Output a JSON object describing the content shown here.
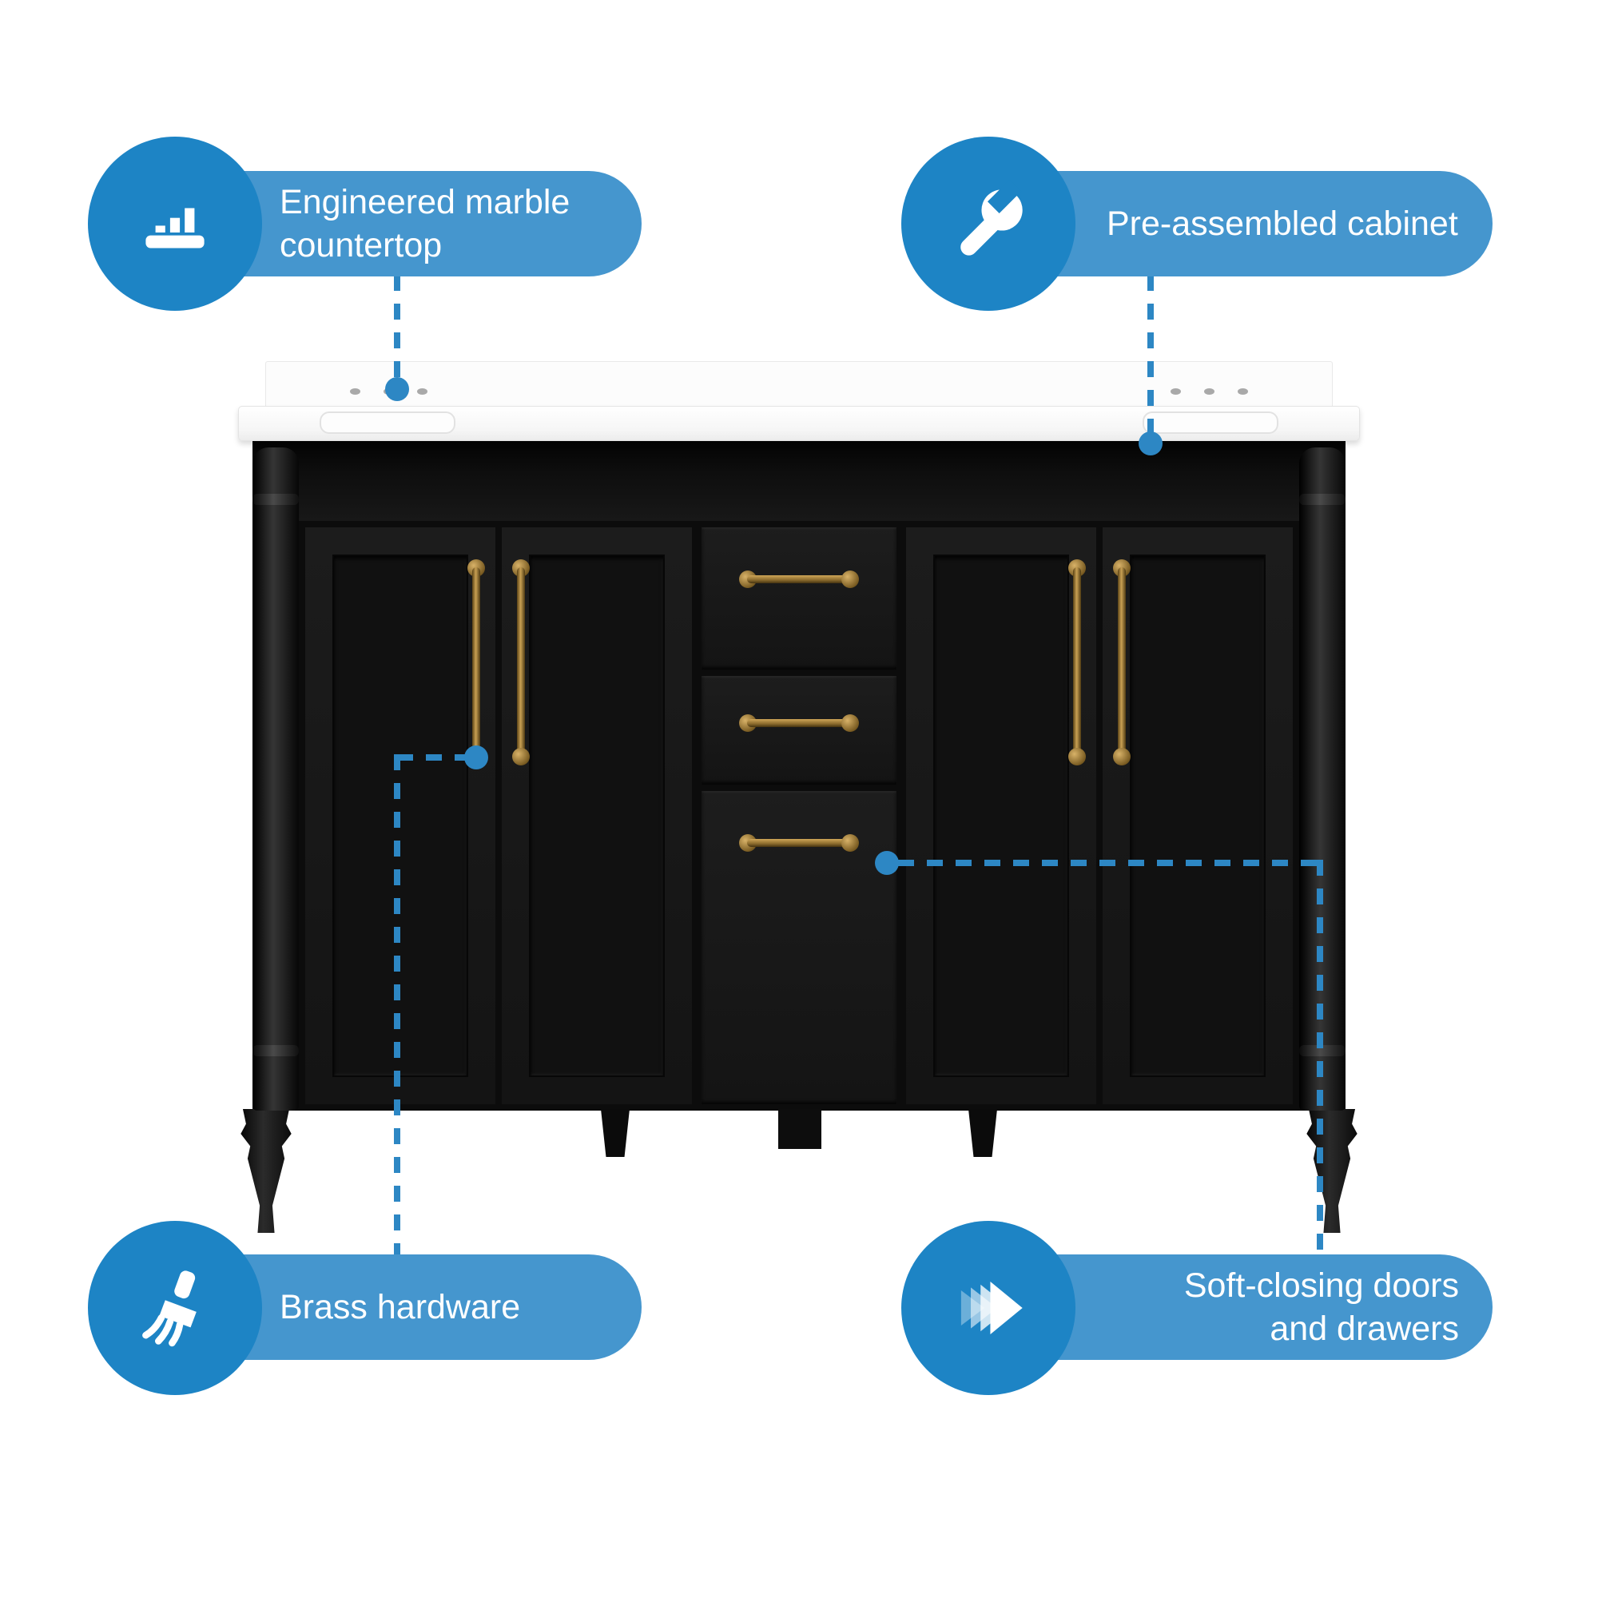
{
  "colors": {
    "pill_blue": "#4596ce",
    "badge_blue": "#1d84c5",
    "connector_blue": "#2d87c4",
    "cabinet_black": "#141414",
    "brass": "#b18a44",
    "countertop_white": "#fbfbfb"
  },
  "callouts": {
    "top_left": {
      "icon": "countertop-icon",
      "lines": [
        "Engineered marble",
        "countertop"
      ]
    },
    "top_right": {
      "icon": "wrench-icon",
      "lines": [
        "Pre-assembled cabinet"
      ]
    },
    "bottom_left": {
      "icon": "brush-icon",
      "lines": [
        "Brass hardware"
      ]
    },
    "bottom_right": {
      "icon": "soft-close-icon",
      "lines": [
        "Soft-closing doors",
        "and drawers"
      ]
    }
  }
}
